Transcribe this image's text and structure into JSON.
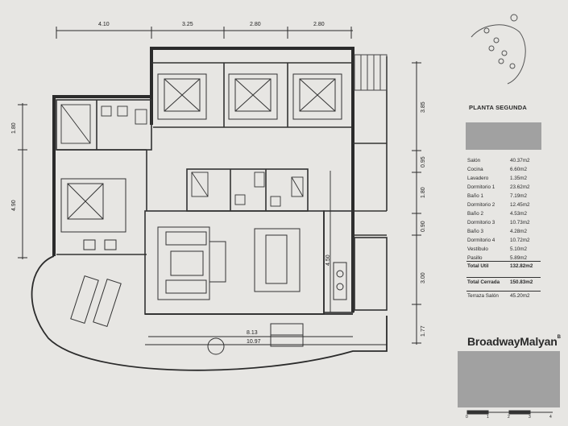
{
  "floor_name": "PLANTA SEGUNDA",
  "brand": "BroadwayMalyan",
  "brand_suffix": "B",
  "rooms": [
    {
      "name": "Salón",
      "area": "40.37m2"
    },
    {
      "name": "Cocina",
      "area": "6.60m2"
    },
    {
      "name": "Lavadero",
      "area": "1.35m2"
    },
    {
      "name": "Dormitorio 1",
      "area": "23.62m2"
    },
    {
      "name": "Baño 1",
      "area": "7.19m2"
    },
    {
      "name": "Dormitorio 2",
      "area": "12.45m2"
    },
    {
      "name": "Baño 2",
      "area": "4.53m2"
    },
    {
      "name": "Dormitorio 3",
      "area": "10.73m2"
    },
    {
      "name": "Baño 3",
      "area": "4.28m2"
    },
    {
      "name": "Dormitorio 4",
      "area": "10.72m2"
    },
    {
      "name": "Vestíbulo",
      "area": "5.10m2"
    },
    {
      "name": "Pasillo",
      "area": "5.89m2"
    }
  ],
  "totals": {
    "util_label": "Total Util",
    "util_area": "132.82m2",
    "cerrada_label": "Total Cerrada",
    "cerrada_area": "150.83m2",
    "terraza_label": "Terraza Salón",
    "terraza_area": "45.20m2"
  },
  "dimensions": {
    "top": [
      "4.10",
      "3.25",
      "2.80",
      "2.80"
    ],
    "left": [
      "1.80",
      "4.90"
    ],
    "right": [
      "3.85",
      "0.95",
      "1.80",
      "0.90",
      "3.00",
      "1.77"
    ],
    "interior_depth": "4.50",
    "terrace_inner": "8.13",
    "terrace_outer": "10.97"
  },
  "scale_ticks": [
    "0",
    "1",
    "2",
    "3",
    "4"
  ],
  "colors": {
    "background": "#e7e6e3",
    "line": "#2b2b2b",
    "gray_box": "#a1a1a1"
  }
}
